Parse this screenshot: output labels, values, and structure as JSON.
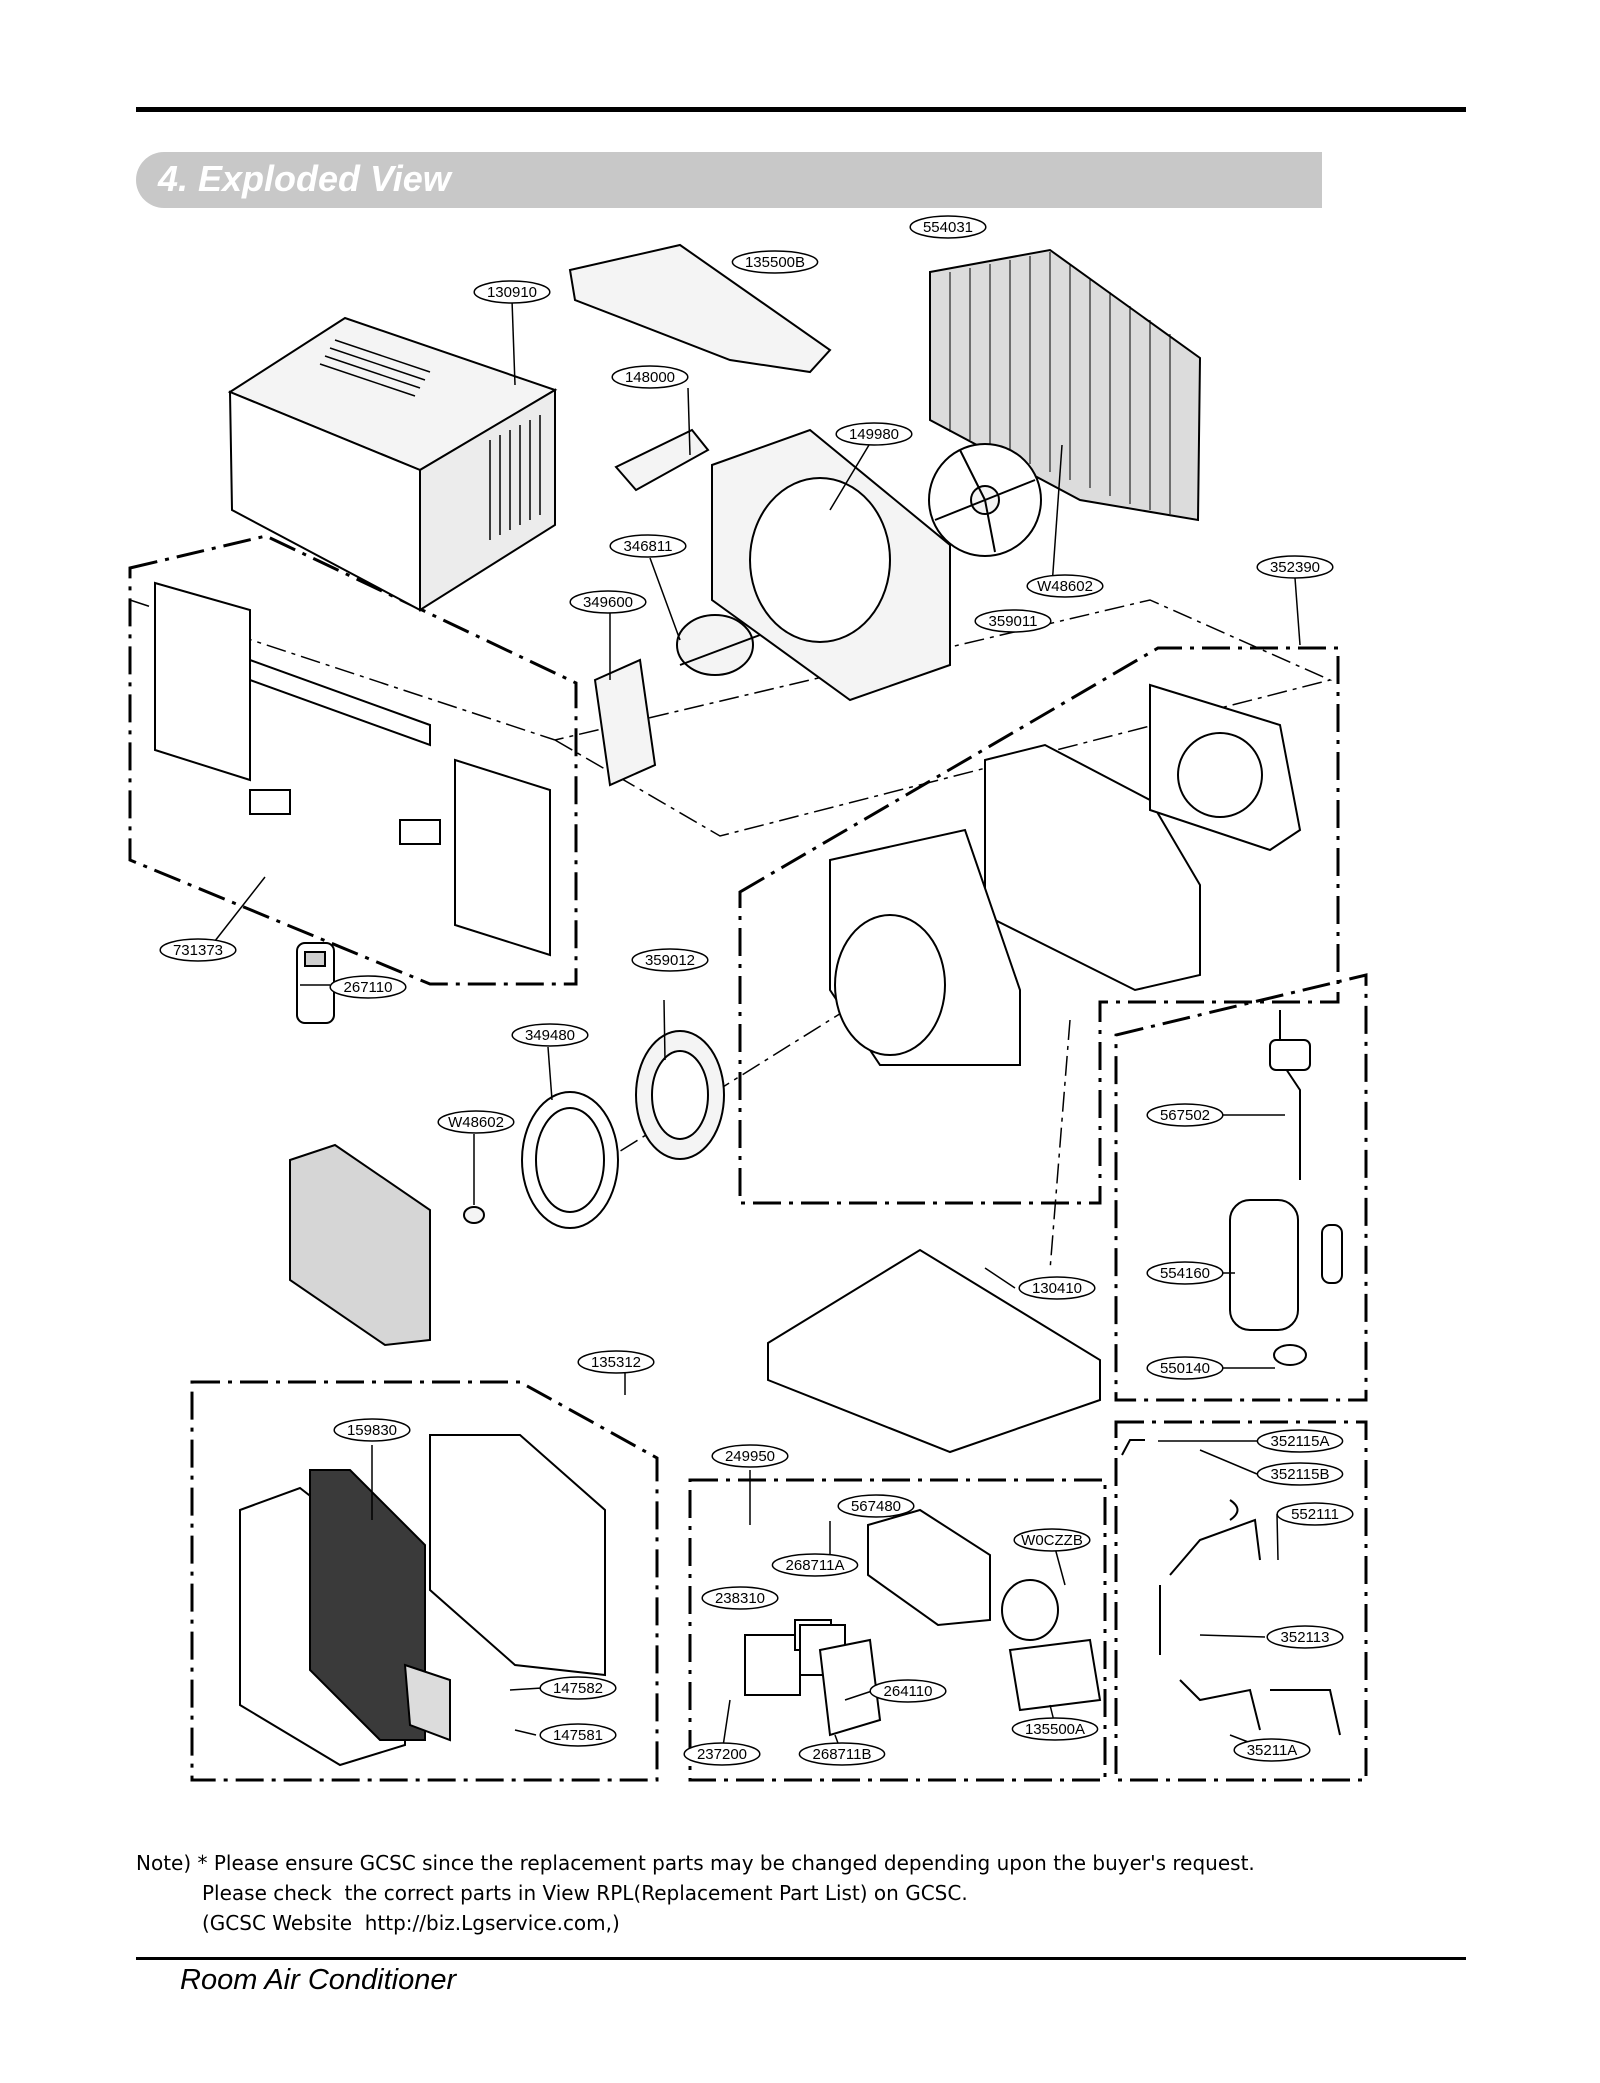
{
  "section_title": "4. Exploded View",
  "parts": [
    {
      "id": "p01",
      "label": "554031"
    },
    {
      "id": "p02",
      "label": "135500B"
    },
    {
      "id": "p03",
      "label": "130910"
    },
    {
      "id": "p04",
      "label": "148000"
    },
    {
      "id": "p05",
      "label": "149980"
    },
    {
      "id": "p06",
      "label": "346811"
    },
    {
      "id": "p07",
      "label": "349600"
    },
    {
      "id": "p08",
      "label": "W48602"
    },
    {
      "id": "p09",
      "label": "359011"
    },
    {
      "id": "p10",
      "label": "352390"
    },
    {
      "id": "p11",
      "label": "731373"
    },
    {
      "id": "p12",
      "label": "267110"
    },
    {
      "id": "p13",
      "label": "359012"
    },
    {
      "id": "p14",
      "label": "349480"
    },
    {
      "id": "p15",
      "label": "W48602"
    },
    {
      "id": "p16",
      "label": "567502"
    },
    {
      "id": "p17",
      "label": "554160"
    },
    {
      "id": "p18",
      "label": "130410"
    },
    {
      "id": "p19",
      "label": "550140"
    },
    {
      "id": "p20",
      "label": "135312"
    },
    {
      "id": "p21",
      "label": "159830"
    },
    {
      "id": "p22",
      "label": "249950"
    },
    {
      "id": "p23",
      "label": "352115A"
    },
    {
      "id": "p24",
      "label": "352115B"
    },
    {
      "id": "p25",
      "label": "567480"
    },
    {
      "id": "p26",
      "label": "552111"
    },
    {
      "id": "p27",
      "label": "268711A"
    },
    {
      "id": "p28",
      "label": "W0CZZB"
    },
    {
      "id": "p29",
      "label": "238310"
    },
    {
      "id": "p30",
      "label": "352113"
    },
    {
      "id": "p31",
      "label": "147582"
    },
    {
      "id": "p32",
      "label": "264110"
    },
    {
      "id": "p33",
      "label": "147581"
    },
    {
      "id": "p34",
      "label": "135500A"
    },
    {
      "id": "p35",
      "label": "35211A"
    },
    {
      "id": "p36",
      "label": "237200"
    },
    {
      "id": "p37",
      "label": "268711B"
    }
  ],
  "note": {
    "line1": "Note) * Please ensure GCSC since the replacement parts may be changed depending upon the buyer's request.",
    "line2": "Please check  the correct parts in View RPL(Replacement Part List) on GCSC.",
    "line3": "(GCSC Website  http://biz.Lgservice.com,)"
  },
  "footer": "Room Air Conditioner"
}
